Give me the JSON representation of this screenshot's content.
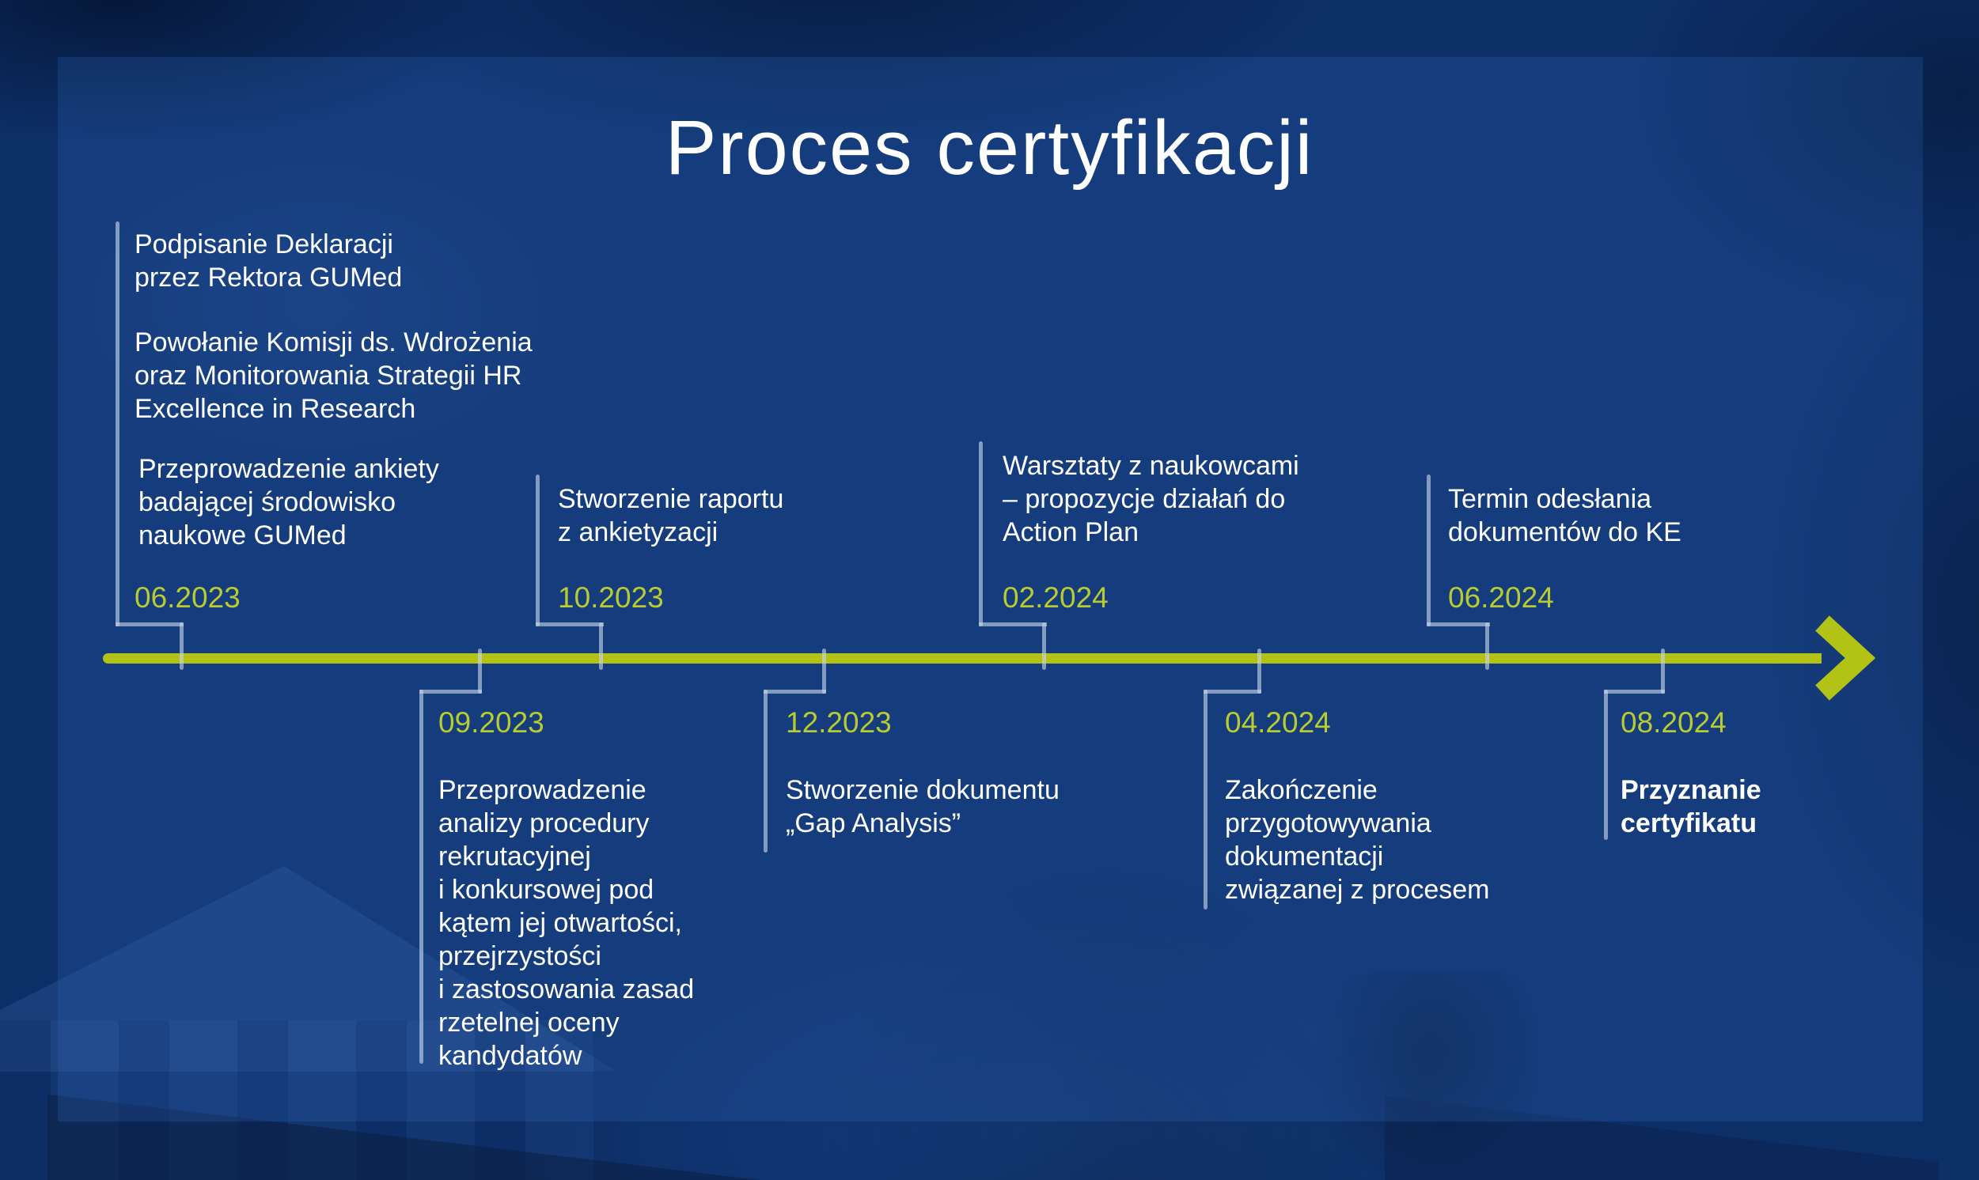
{
  "title": "Proces certyfikacji",
  "colors": {
    "background_dark_blue": "#0d2f68",
    "panel_blue": "#1d4a94",
    "timeline_green": "#b2c315",
    "date_green": "#b9cb33",
    "text_white": "#ffffff",
    "connector_light": "#c8d6ea"
  },
  "timeline": {
    "direction": "left-to-right",
    "arrow_icon": "right-arrow",
    "top": [
      {
        "date": "06.2023",
        "paragraphs": [
          "Podpisanie Deklaracji\nprzez Rektora GUMed",
          "Powołanie Komisji ds. Wdrożenia\noraz Monitorowania Strategii HR\nExcellence in Research",
          "Przeprowadzenie ankiety\nbadającej środowisko\nnaukowe GUMed"
        ]
      },
      {
        "date": "10.2023",
        "paragraphs": [
          "Stworzenie raportu\nz ankietyzacji"
        ]
      },
      {
        "date": "02.2024",
        "paragraphs": [
          "Warsztaty z naukowcami\n– propozycje działań do\nAction Plan"
        ]
      },
      {
        "date": "06.2024",
        "paragraphs": [
          "Termin odesłania\ndokumentów do KE"
        ]
      }
    ],
    "bottom": [
      {
        "date": "09.2023",
        "text": "Przeprowadzenie\nanalizy procedury\nrekrutacyjnej\ni konkursowej pod\nkątem jej otwartości,\nprzejrzystości\ni zastosowania zasad\nrzetelnej oceny\nkandydatów",
        "emphasis": false
      },
      {
        "date": "12.2023",
        "text": "Stworzenie dokumentu\n„Gap Analysis”",
        "emphasis": false
      },
      {
        "date": "04.2024",
        "text": "Zakończenie\nprzygotowywania\ndokumentacji\nzwiązanej z procesem",
        "emphasis": false
      },
      {
        "date": "08.2024",
        "text": "Przyznanie\ncertyfikatu",
        "emphasis": true
      }
    ]
  }
}
